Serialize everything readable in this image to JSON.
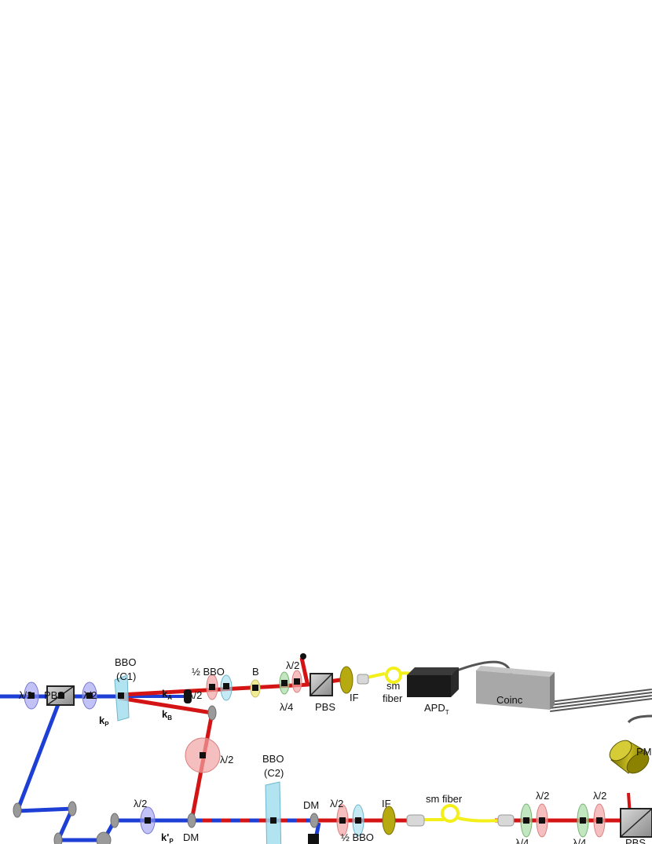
{
  "labels": {
    "half_wave_plate": "λ/2",
    "quarter_wave_plate": "λ/4",
    "pbs": "PBS",
    "bbo": "BBO",
    "half_bbo": "½ BBO",
    "c1": "(C1)",
    "c2": "(C2)",
    "k": "k",
    "k_prime": "k'",
    "sub_a": "A",
    "sub_b": "B",
    "sub_p": "P",
    "compensator_b": "B",
    "dm": "DM",
    "if_filter": "IF",
    "sm": "sm",
    "fiber": "fiber",
    "sm_fiber": "sm fiber",
    "apd": "APD",
    "sub_t": "T",
    "coinc": "Coinc",
    "pm": "PM"
  },
  "colors": {
    "pump_beam": "#1e3fd6",
    "photon_beam": "#d41414",
    "fiber": "#f2ef1a",
    "hwp_plate": "#f2a4a4",
    "qwp_plate": "#a8dca4",
    "pump_hwp": "#9a9af0",
    "crystal": "#9fdcec",
    "filter": "#b7aa10",
    "mirror": "#9a9a9a",
    "detector": "#1a1a1a"
  }
}
